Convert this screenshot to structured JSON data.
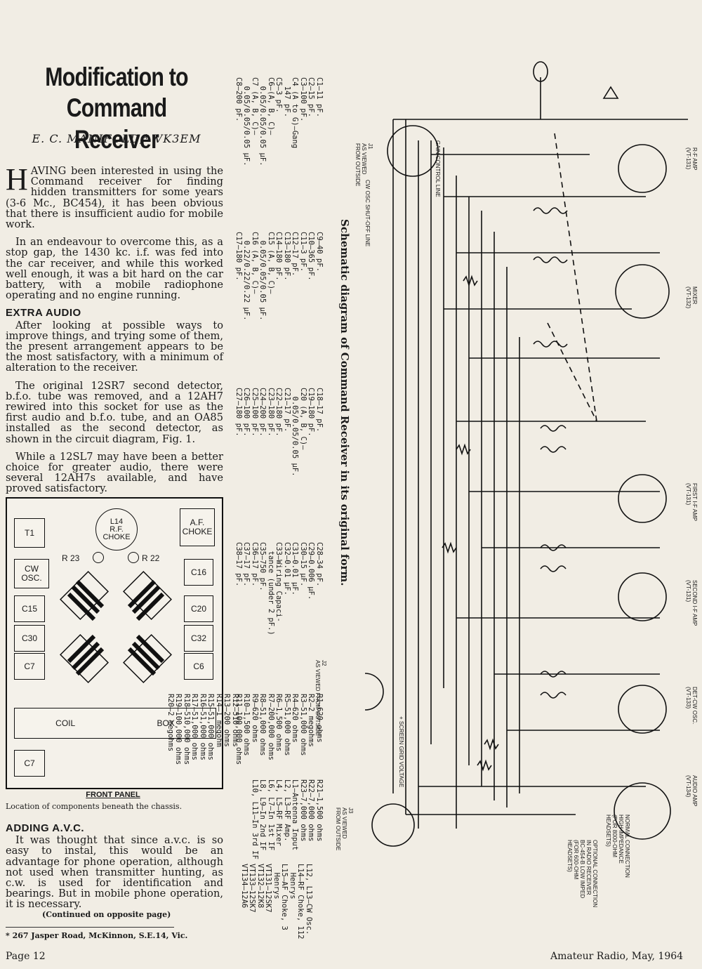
{
  "article": {
    "title_line1": "Modification to",
    "title_line2": "Command Receiver",
    "author": "E. C. MANIFOLD,* VK3EM",
    "intro_dropcap": "H",
    "intro_rest": "AVING been interested in using the Command receiver for finding hidden transmitters for some years (3-6 Mc., BC454), it has been obvious that there is insufficient audio for mobile work.",
    "para2": "In an endeavour to overcome this, as a stop gap, the 1430 kc. i.f. was fed into the car receiver, and while this worked well enough, it was a bit hard on the car battery, with a mobile radiophone operating and no engine running.",
    "heading_extra_audio": "EXTRA AUDIO",
    "para3": "After looking at possible ways to improve things, and trying some of them, the present arrangement appears to be the most satisfactory, with a minimum of alteration to the receiver.",
    "para4": "The original 12SR7 second detector, b.f.o. tube was removed, and a 12AH7 rewired into this socket for use as the first audio and b.f.o. tube, and an OA85 installed as the second detector, as shown in the circuit diagram, Fig. 1.",
    "para5": "While a 12SL7 may have been a better choice for greater audio, there were several 12AH7s available, and have proved satisfactory.",
    "heading_avc": "ADDING A.V.C.",
    "para6": "It was thought that since a.v.c. is so easy to instal, this would be an advantage for phone operation, although not used when transmitter hunting, as c.w. is used for identification and bearings. But in mobile phone operation, it is necessary.",
    "continued": "(Continued on opposite page)",
    "footnote": "* 267 Jasper Road, McKinnon, S.E.14, Vic.",
    "page": "Page 12",
    "magazine": "Amateur Radio, May, 1964"
  },
  "chassis": {
    "t1": "T1",
    "l14_line1": "L14",
    "l14_line2": "R.F.",
    "l14_line3": "CHOKE",
    "af_line1": "A.F.",
    "af_line2": "CHOKE",
    "cw_line1": "CW",
    "cw_line2": "OSC.",
    "r23": "R 23",
    "r22": "R 22",
    "c16": "C16",
    "c15": "C15",
    "c20": "C20",
    "c30": "C30",
    "c32": "C32",
    "c7a": "C7",
    "c6": "C6",
    "coil": "COIL",
    "box": "BOX",
    "c7b": "C7",
    "front_panel": "FRONT PANEL",
    "caption": "Location of components beneath the chassis."
  },
  "parts_lists": {
    "caps1": "C1—11 pF.\nC2—15 pF.\nC3—100 pF.\nC4 (A to G)—Gang\n  147 pF.\nC5—3 pF.\nC6—(A, B, C)—\n  0.05/0.05/0.05 µF.\nC7 (A, B, C)—\n  0.05/0.05/0.05 µF.\nC8—200 pF.",
    "caps2": "C9—40 pF.\nC10—365 pF.\nC11—3 pF.\nC12—17 pF.\nC13—180 pF.\nC14—180 pF.\nC15 (A, B, C)—\n  0.05/0.05/0.05 µF.\nC16 (A, B, C)—\n  0.22/0.22/0.22 µF.\nC17—180 pF.",
    "caps3": "C18—17 pF.\nC19—180 pF.\nC20 (A, B, C)—\n  0.05/0.05/0.05 µF.\nC21—17 pF.\nC22—180 pF.\nC23—180 pF.\nC24—200 pF.\nC25—100 pF.\nC26—100 pF.\nC27—180 pF.",
    "caps4": "C28—34 pF.\nC29—0.006 µF.\nC30—15 µF.\nC31—0.01 µF.\nC32—0.01 µF.\nC33—Wiring Capaci-\n  tance (under 2 pF.)\nC35—750 pF.\nC36—17 pF.\nC37—17 pF.\nC38—17 pF.",
    "res1": "R1—620 ohms\nR2—2 megohms\nR3—51,000 ohms\nR4—620 ohms\nR5—51,000 ohms\nR6—1,500 ohms\nR7—200,000 ohms\nR8—51,000 ohms\nR9—620 ohms\nR10—1,500 ohms\nR11—100,000 ohms",
    "res2": "R12—510 ohms\nR13—200 ohms\nR14—1 megohm\nR15—51,000 ohms\nR16—51,000 ohms\nR17—51,000 ohms\nR18—510,000 ohms\nR19—100,000 ohms\nR20—2 megohms",
    "res3": "R21—1,500 ohms\nR22—7,000 ohms\nR23—7,000 ohms\nL1—Antenna Input\nL2, L3—RF Amp.\nL4, L5—RF Mixer\nL6, L7—In 1st IF\nL8, L9—In 2nd IF\nL10, L11—In 3rd IF",
    "tubes": "L12, L13—CW Osc.\nL14—RF Choke, 112\n  Henrys\nL15—AF Choke, 3\n  Henrys\nVT131—12SK7\nVT132—12K8\nVT133—12SK7\nVT134—12A6"
  },
  "schematic": {
    "title": "Schematic diagram of Command Receiver in its original form.",
    "j1_label": "J1\nAS VIEWED\nFROM OUTSIDE",
    "gain_control": "GAIN CONTROL LINE",
    "cw_shutoff": "CW OSC SHUT-OFF LINE",
    "j2_label": "J2\nAS VIEWED FROM OUTSIDE",
    "j3_label": "J3\nAS VIEWED\nFROM OUTSIDE",
    "screen_grid": "+ SCREEN GRID VOLTAGE",
    "stage_rf": "R-F AMP\n(VT-131)",
    "stage_mixer": "MIXER\n(VT-132)",
    "stage_if1": "FIRST I-F AMP\n(VT-131)",
    "stage_if2": "SECOND I-F AMP\n(VT-131)",
    "stage_det": "DET-CW OSC.\n(VT-133)",
    "stage_audio": "AUDIO AMP\n(VT-134)",
    "normal_conn": "NORMAL CONNECTION\nHIGH IMPEDANCE\n(FOR 8000-OHM\nHEADSETS)",
    "optional_conn": "OPTIONAL CONNECTION\nIN RADIO RECEIVER\nBC-454-B LOW IMPED\n(FOR 600-OHM\nHEADSETS)"
  }
}
